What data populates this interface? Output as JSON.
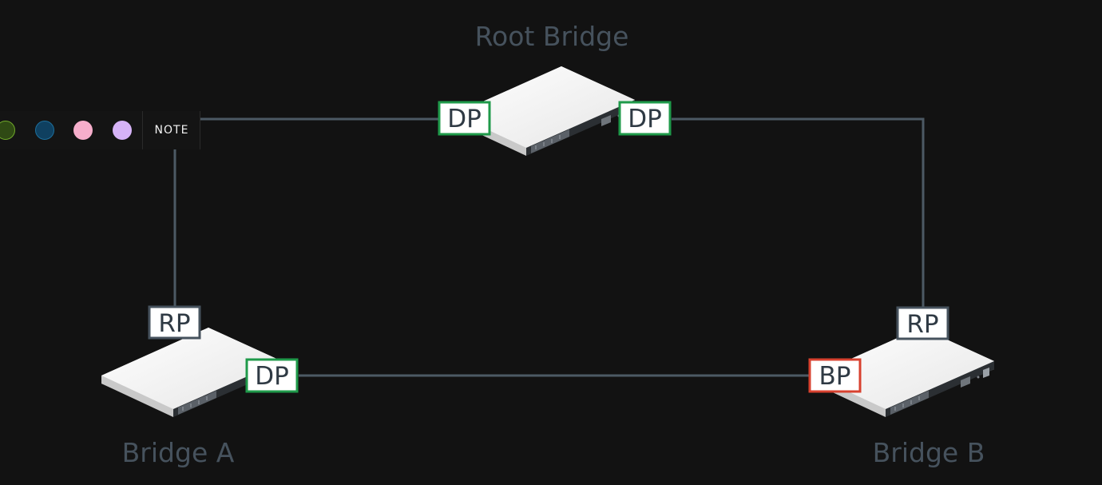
{
  "nodes": {
    "root": {
      "title": "Root Bridge"
    },
    "a": {
      "title": "Bridge A"
    },
    "b": {
      "title": "Bridge B"
    }
  },
  "ports": {
    "root_left": {
      "label": "DP",
      "role": "designated"
    },
    "root_right": {
      "label": "DP",
      "role": "designated"
    },
    "a_top": {
      "label": "RP",
      "role": "root"
    },
    "a_right": {
      "label": "DP",
      "role": "designated"
    },
    "b_top": {
      "label": "RP",
      "role": "root"
    },
    "b_left": {
      "label": "BP",
      "role": "blocked"
    }
  },
  "toolbar": {
    "note_label": "NOTE",
    "swatches": [
      {
        "name": "green",
        "color": "#2f4a14"
      },
      {
        "name": "blue",
        "color": "#0f4060"
      },
      {
        "name": "pink",
        "color": "#f6aecb"
      },
      {
        "name": "purple",
        "color": "#d6b3f7"
      }
    ]
  },
  "colors": {
    "background": "#121212",
    "link": "#4c5964",
    "designated": "#1f9a4a",
    "root": "#46525d",
    "blocked": "#d8412f"
  }
}
